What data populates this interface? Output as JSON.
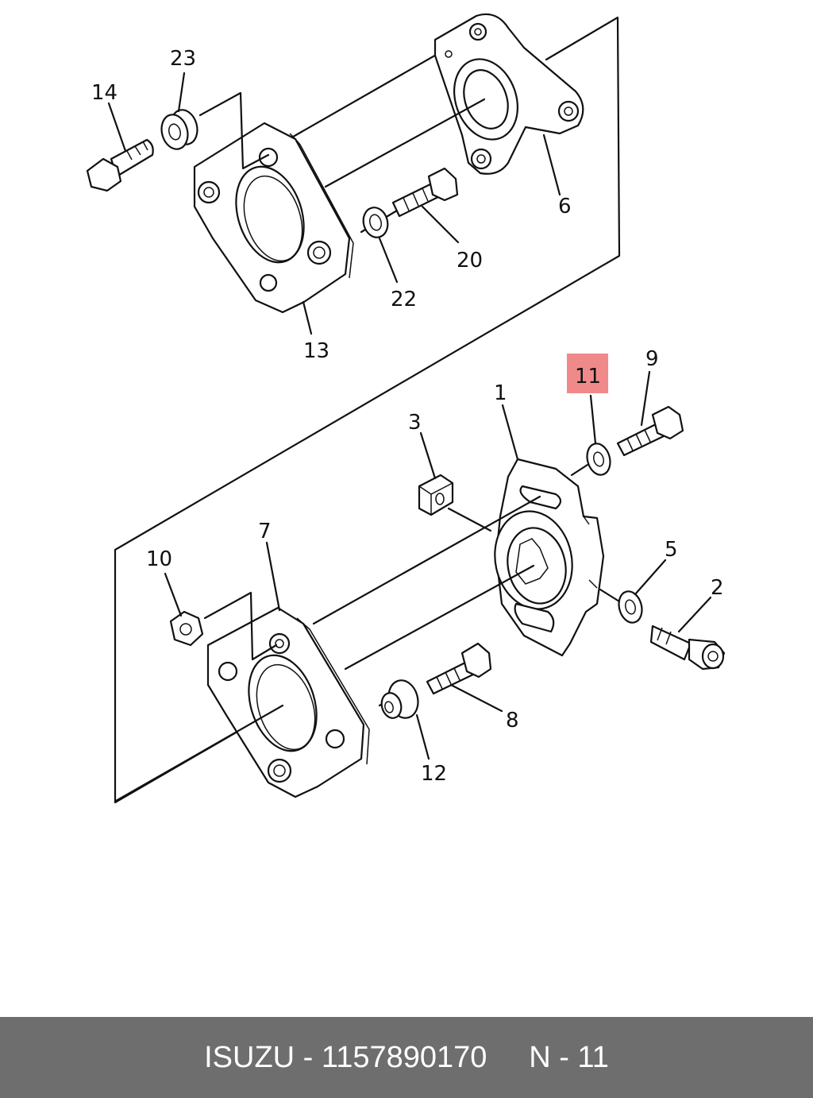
{
  "callouts": {
    "c14": "14",
    "c23": "23",
    "c6": "6",
    "c20": "20",
    "c22": "22",
    "c13": "13",
    "c11": "11",
    "c9": "9",
    "c1": "1",
    "c3": "3",
    "c7": "7",
    "c10": "10",
    "c5": "5",
    "c2": "2",
    "c8": "8",
    "c12": "12"
  },
  "highlight": {
    "part": "11",
    "color": "#f08a8a"
  },
  "footer": {
    "brand": "ISUZU",
    "part_number": "1157890170",
    "position": "N - 11"
  }
}
